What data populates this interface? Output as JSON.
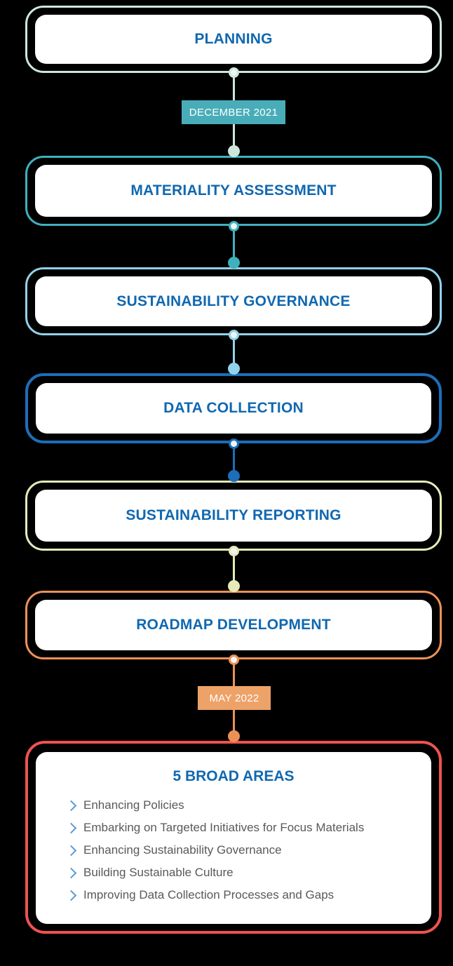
{
  "background_color": "#000000",
  "timeline": {
    "stages": [
      {
        "label": "PLANNING",
        "color": "#cde6dc"
      },
      {
        "label": "MATERIALITY ASSESSMENT",
        "color": "#3fb1bd"
      },
      {
        "label": "SUSTAINABILITY GOVERNANCE",
        "color": "#92d2ea"
      },
      {
        "label": "DATA COLLECTION",
        "color": "#1c6eba"
      },
      {
        "label": "SUSTAINABILITY REPORTING",
        "color": "#e6eab8"
      },
      {
        "label": "ROADMAP DEVELOPMENT",
        "color": "#ec9156"
      }
    ],
    "milestones": [
      {
        "label": "DECEMBER 2021",
        "color": "#48adb9"
      },
      {
        "label": "MAY 2022",
        "color": "#eda267"
      }
    ],
    "outcome": {
      "title": "5 BROAD AREAS",
      "color": "#ee5350",
      "items": [
        "Enhancing Policies",
        "Embarking on Targeted Initiatives for Focus Materials",
        "Enhancing Sustainability Governance",
        "Building Sustainable Culture",
        "Improving Data Collection Processes and Gaps"
      ]
    },
    "text_colors": {
      "heading": "#1068b1",
      "list": "#595959",
      "chevron": "#5b9bd5",
      "badge_text": "#ffffff"
    }
  }
}
